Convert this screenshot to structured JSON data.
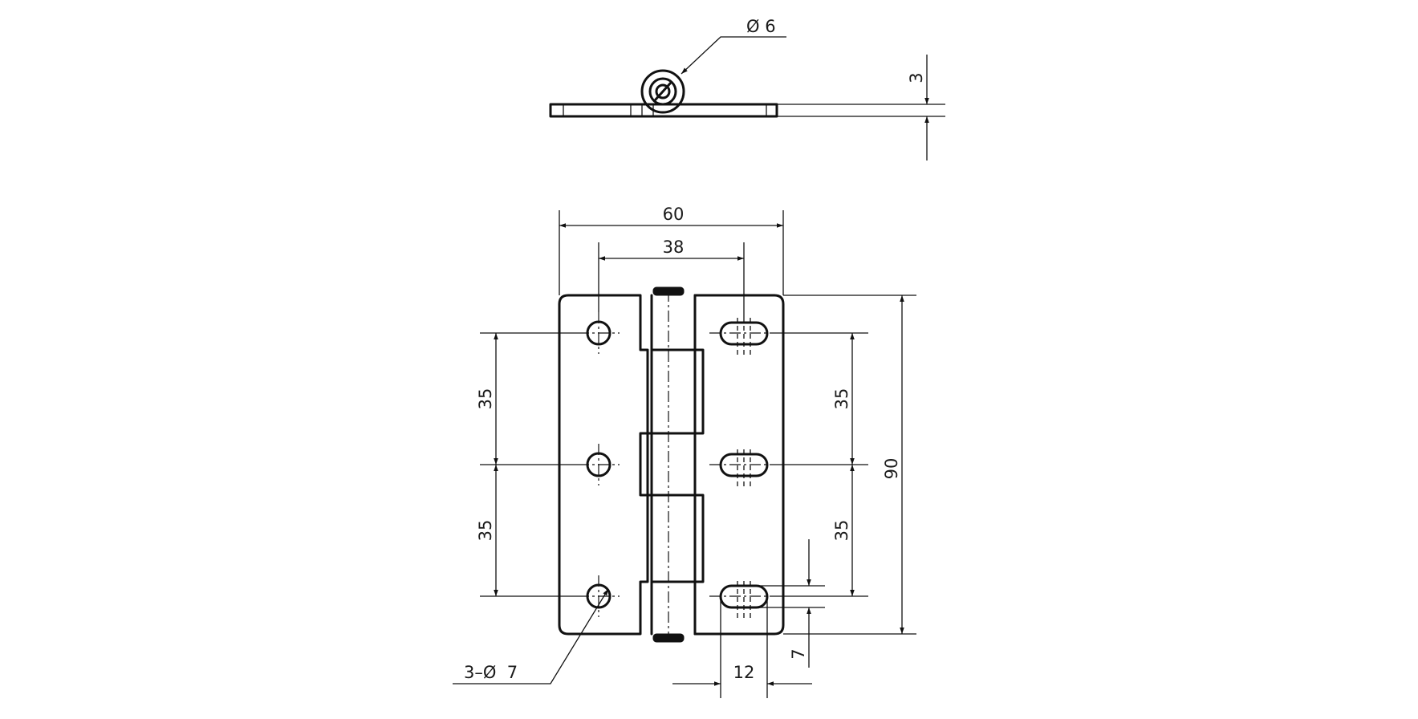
{
  "drawing": {
    "pin_diameter": "Ø 6",
    "plate_thickness": "3",
    "overall_width": "60",
    "hole_span": "38",
    "overall_height": "90",
    "pitch_left_upper": "35",
    "pitch_left_lower": "35",
    "pitch_right_upper": "35",
    "pitch_right_lower": "35",
    "hole_callout": "3–Ø  7",
    "slot_length": "12",
    "slot_width": "7"
  },
  "colors": {
    "line": "#111111",
    "background": "#ffffff"
  }
}
